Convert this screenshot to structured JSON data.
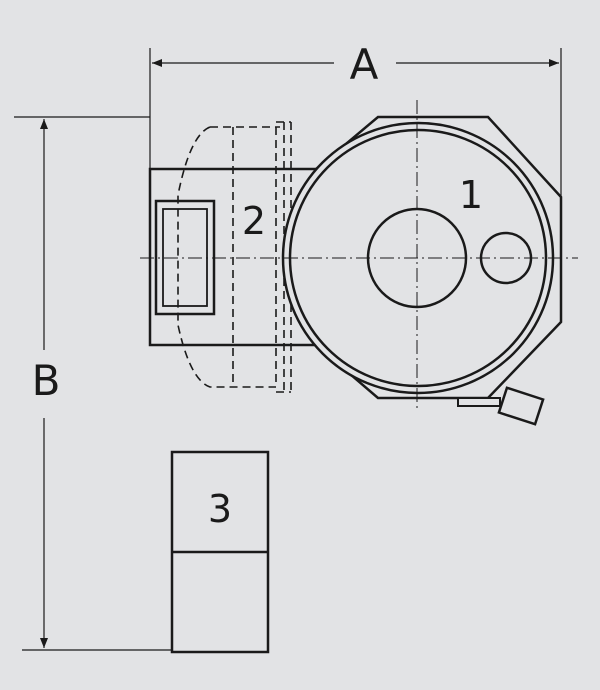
{
  "dimensions": {
    "width_label": "A",
    "height_label": "B"
  },
  "parts": {
    "part_1": "1",
    "part_2": "2",
    "part_3": "3"
  },
  "colors": {
    "background": "#e2e3e5",
    "line": "#1a1a1a"
  }
}
